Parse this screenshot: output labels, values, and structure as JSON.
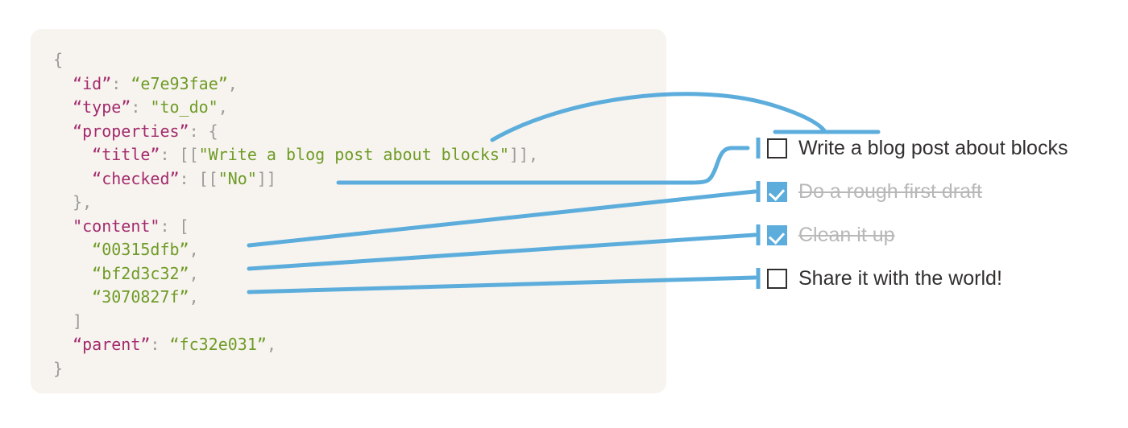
{
  "theme": {
    "page_background": "#ffffff",
    "panel_background": "#f7f4ef",
    "connector_color": "#5caddc",
    "checkbox_checked_fill": "#5caddc",
    "checkbox_border": "#31302e",
    "text_color": "#31302e",
    "done_text_color": "#b8b8b8",
    "json_key_color": "#a32b6d",
    "json_string_color": "#6f9b26",
    "json_punct_color": "#9b9b9b"
  },
  "code_panel": {
    "language": "json",
    "lines": [
      {
        "indent": 0,
        "parts": [
          {
            "t": "{",
            "c": "punct"
          }
        ]
      },
      {
        "indent": 1,
        "parts": [
          {
            "t": "“id”",
            "c": "key"
          },
          {
            "t": ": ",
            "c": "punct"
          },
          {
            "t": "“e7e93fae”",
            "c": "str"
          },
          {
            "t": ",",
            "c": "punct"
          }
        ]
      },
      {
        "indent": 1,
        "parts": [
          {
            "t": "“type”",
            "c": "key"
          },
          {
            "t": ": ",
            "c": "punct"
          },
          {
            "t": "\"to_do\"",
            "c": "str"
          },
          {
            "t": ",",
            "c": "punct"
          }
        ]
      },
      {
        "indent": 1,
        "parts": [
          {
            "t": "“properties”",
            "c": "key"
          },
          {
            "t": ": {",
            "c": "punct"
          }
        ]
      },
      {
        "indent": 2,
        "parts": [
          {
            "t": "“title”",
            "c": "key"
          },
          {
            "t": ": [[",
            "c": "punct"
          },
          {
            "t": "\"Write a blog post about blocks\"",
            "c": "str"
          },
          {
            "t": "]],",
            "c": "punct"
          }
        ]
      },
      {
        "indent": 2,
        "parts": [
          {
            "t": "“checked”",
            "c": "key"
          },
          {
            "t": ": [[",
            "c": "punct"
          },
          {
            "t": "\"No\"",
            "c": "str"
          },
          {
            "t": "]]",
            "c": "punct"
          }
        ]
      },
      {
        "indent": 1,
        "parts": [
          {
            "t": "},",
            "c": "punct"
          }
        ]
      },
      {
        "indent": 1,
        "parts": [
          {
            "t": "\"content\"",
            "c": "key"
          },
          {
            "t": ": [",
            "c": "punct"
          }
        ]
      },
      {
        "indent": 2,
        "parts": [
          {
            "t": "“00315dfb”",
            "c": "str"
          },
          {
            "t": ",",
            "c": "punct"
          }
        ]
      },
      {
        "indent": 2,
        "parts": [
          {
            "t": "“bf2d3c32”",
            "c": "str"
          },
          {
            "t": ",",
            "c": "punct"
          }
        ]
      },
      {
        "indent": 2,
        "parts": [
          {
            "t": "“3070827f”",
            "c": "str"
          },
          {
            "t": ",",
            "c": "punct"
          }
        ]
      },
      {
        "indent": 1,
        "parts": [
          {
            "t": "]",
            "c": "punct"
          }
        ]
      },
      {
        "indent": 1,
        "parts": [
          {
            "t": "“parent”",
            "c": "key"
          },
          {
            "t": ": ",
            "c": "punct"
          },
          {
            "t": "“fc32e031”",
            "c": "str"
          },
          {
            "t": ",",
            "c": "punct"
          }
        ]
      },
      {
        "indent": 0,
        "parts": [
          {
            "t": "}",
            "c": "punct"
          }
        ]
      }
    ]
  },
  "todo_list": {
    "items": [
      {
        "label": "Write a blog post about blocks",
        "checked": false
      },
      {
        "label": "Do a rough first draft",
        "checked": true
      },
      {
        "label": "Clean it up",
        "checked": true
      },
      {
        "label": "Share it with the world!",
        "checked": false
      }
    ]
  },
  "connectors": [
    {
      "name": "title-to-item-0",
      "from": "json-title-value",
      "to": "todo-item-0"
    },
    {
      "name": "checked-to-item-0",
      "from": "json-checked-value",
      "to": "todo-item-0"
    },
    {
      "name": "content-0-to-item-1",
      "from": "json-content-0",
      "to": "todo-item-1"
    },
    {
      "name": "content-1-to-item-2",
      "from": "json-content-1",
      "to": "todo-item-2"
    },
    {
      "name": "content-2-to-item-3",
      "from": "json-content-2",
      "to": "todo-item-3"
    }
  ]
}
